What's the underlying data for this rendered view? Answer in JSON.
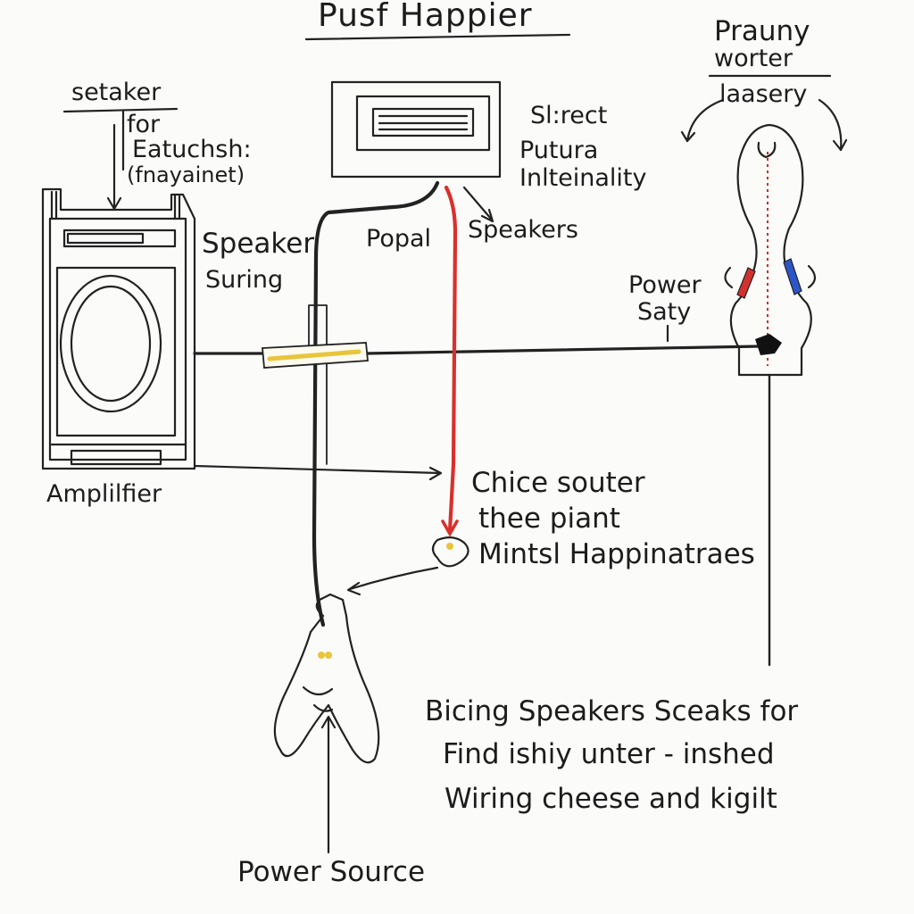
{
  "title": "Pusf Happier",
  "labels": {
    "top_right_1": "Prauny",
    "top_right_2": "worter",
    "top_right_3": "laasery",
    "left_1": "setaker",
    "left_2": "for",
    "left_3": "Eatuchsh:",
    "left_4": "(fnayainet)",
    "box_1": "Sl:rect",
    "box_2": "Putura",
    "box_3": "Inlteinality",
    "speaker_surring_1": "Speaker",
    "speaker_surring_2": "Suring",
    "popal": "Popal",
    "speakers": "Speakers",
    "power_saty_1": "Power",
    "power_saty_2": "Saty",
    "amplifier": "Amplilfier",
    "chice_1": "Chice souter",
    "chice_2": "thee piant",
    "mintsl": "Mintsl Happinatraes",
    "power_source": "Power Source",
    "note_1": "Bicing Speakers Sceaks for",
    "note_2": "Find ishiy unter - inshed",
    "note_3": "Wiring cheese and kigilt"
  },
  "colors": {
    "ink": "#1c1c1c",
    "red_wire": "#d8312d",
    "yellow_connector": "#e8c53b",
    "blue_mark": "#2a56c8",
    "red_mark": "#d33030"
  }
}
